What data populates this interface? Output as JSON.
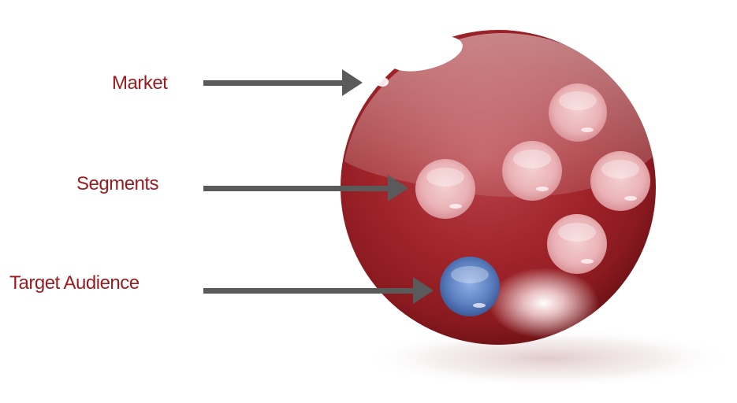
{
  "labels": {
    "market": "Market",
    "segments": "Segments",
    "target_audience": "Target Audience"
  },
  "colors": {
    "label_text": "#9b1b1f",
    "arrow": "#5a5a5a",
    "sphere_main": "#a0242a",
    "sphere_dark": "#7a1519",
    "segment_bubble": "#f2c4c6",
    "target_bubble": "#5b7fc0"
  },
  "icons": {
    "arrow": "right-arrow-icon",
    "market": "sphere-icon",
    "segment": "bubble-icon",
    "target": "blue-bubble-icon"
  }
}
